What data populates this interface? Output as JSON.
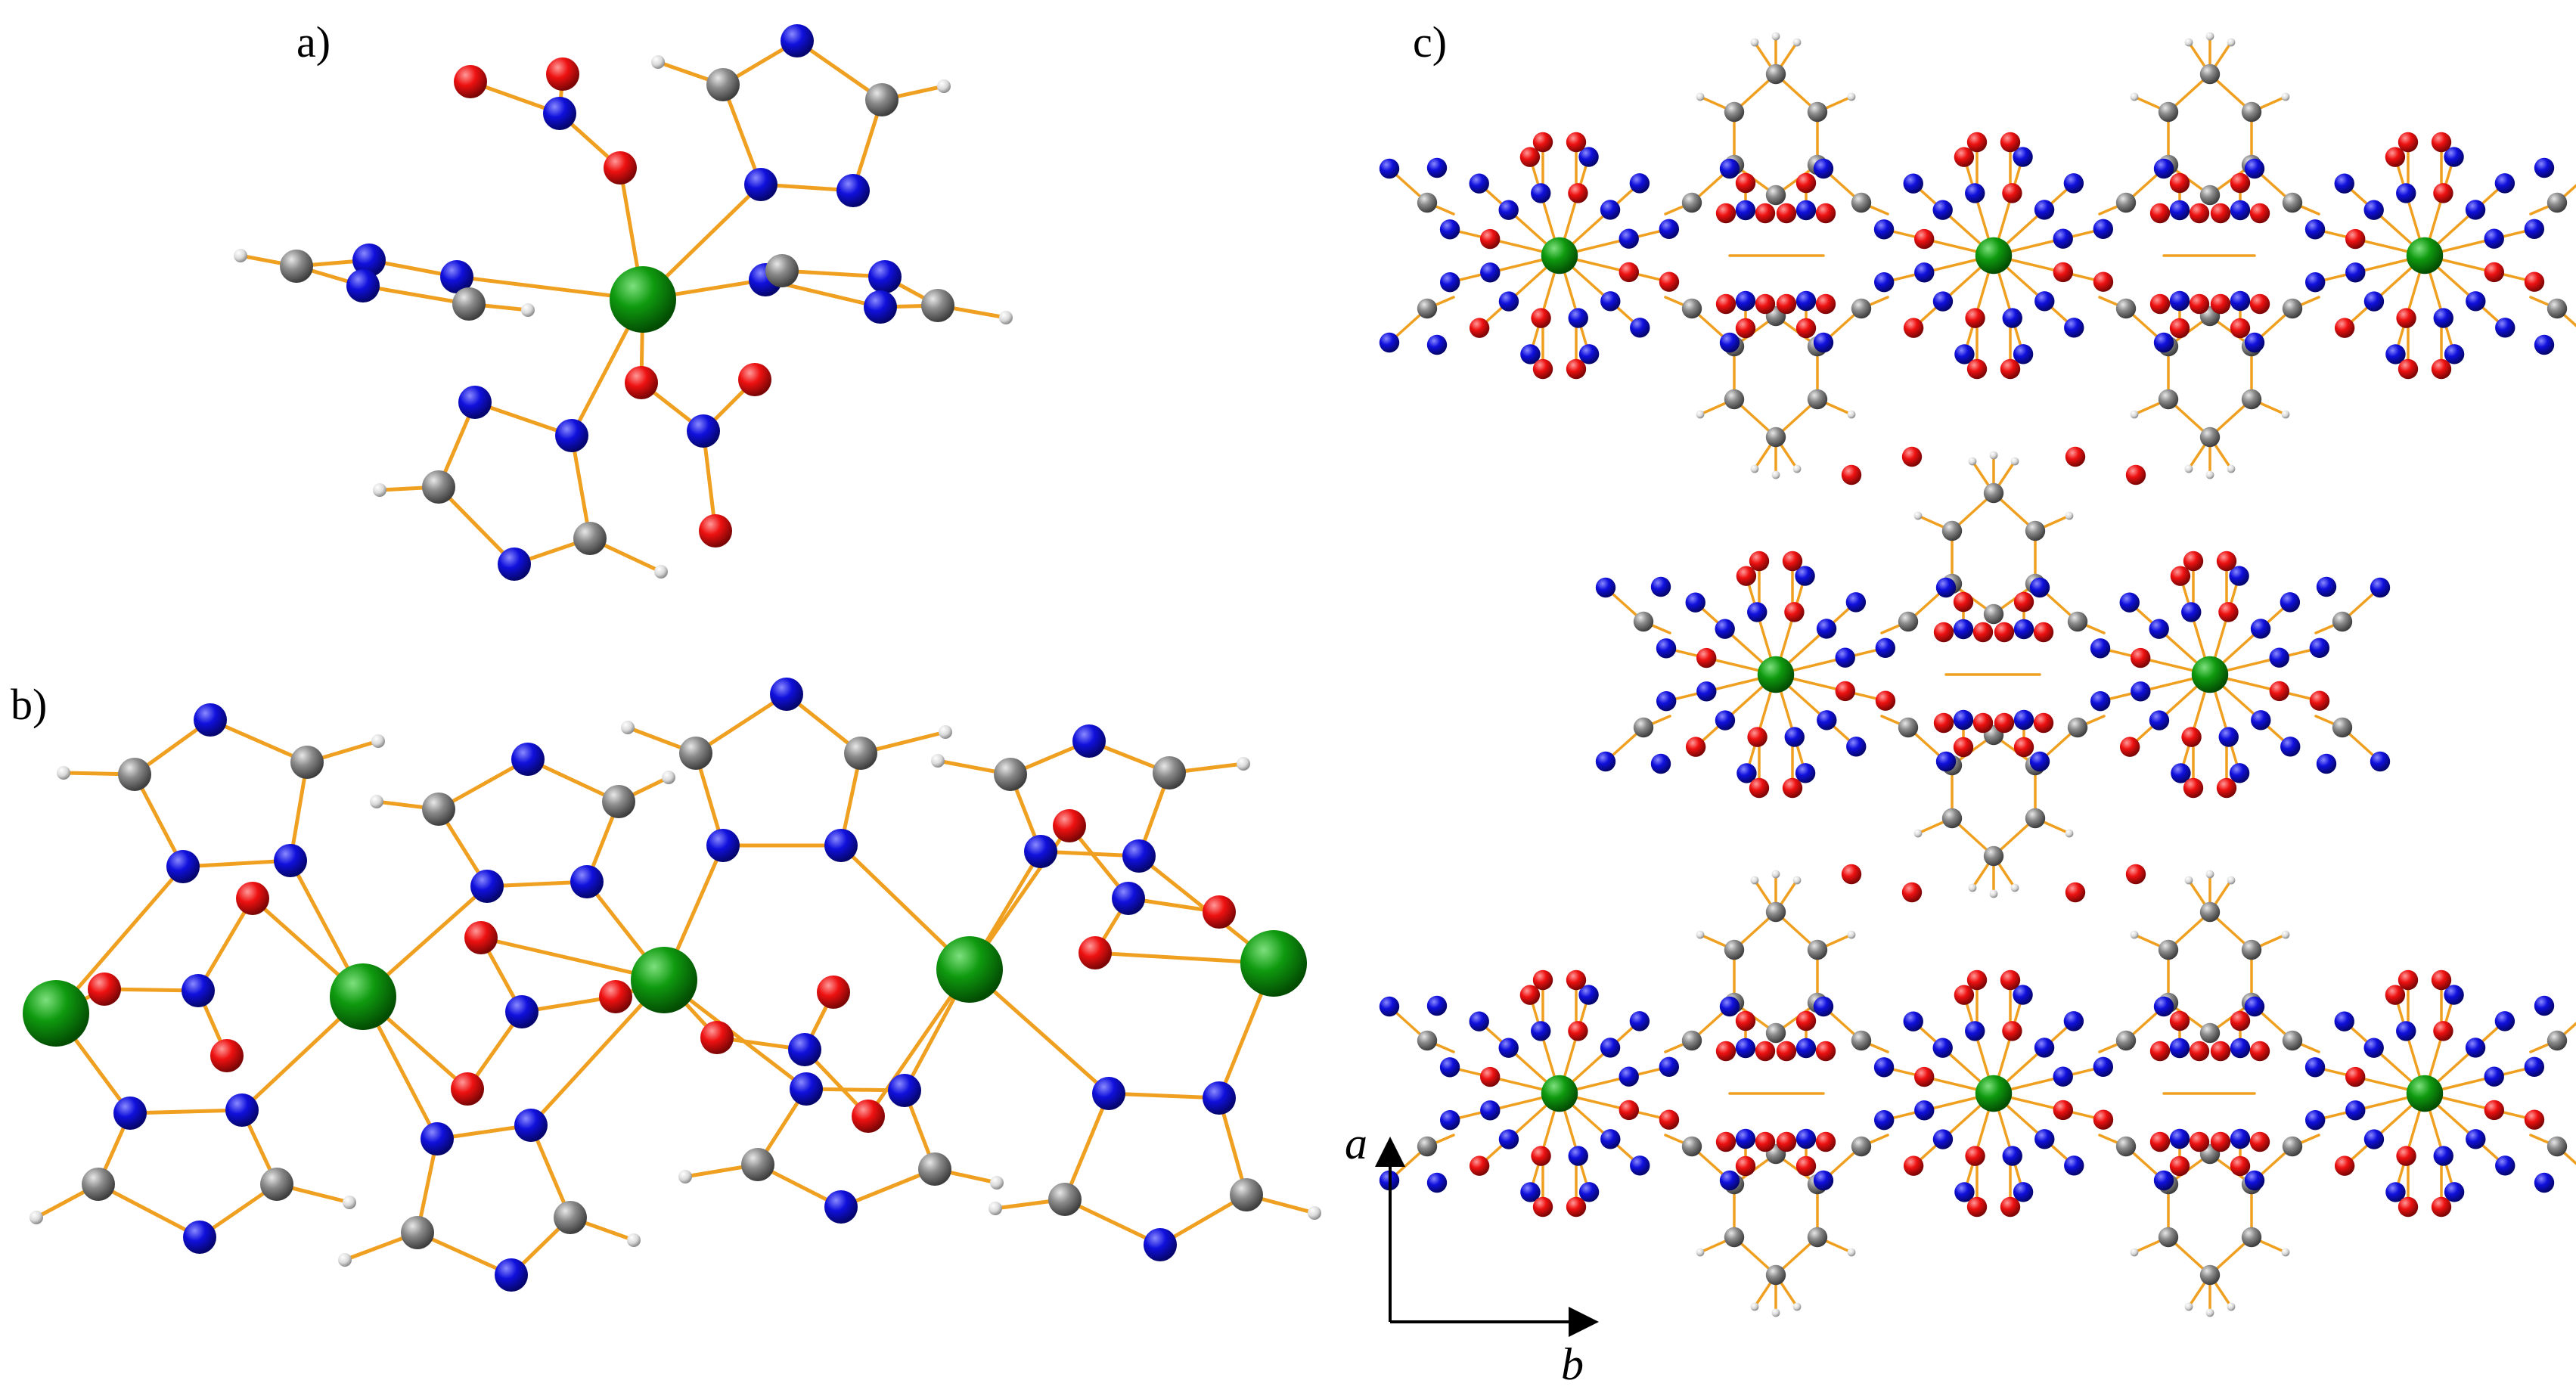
{
  "figure": {
    "panels": [
      {
        "id": "a",
        "label": "a)"
      },
      {
        "id": "b",
        "label": "b)"
      },
      {
        "id": "c",
        "label": "c)"
      }
    ],
    "axes": {
      "vertical_label": "a",
      "horizontal_label": "b"
    },
    "colors": {
      "metal": "#0a8a0a",
      "nitrogen": "#1010dd",
      "oxygen": "#ee1111",
      "carbon": "#8a8a8a",
      "hydrogen": "#d9d9d9",
      "bond": "#f0a020"
    }
  }
}
